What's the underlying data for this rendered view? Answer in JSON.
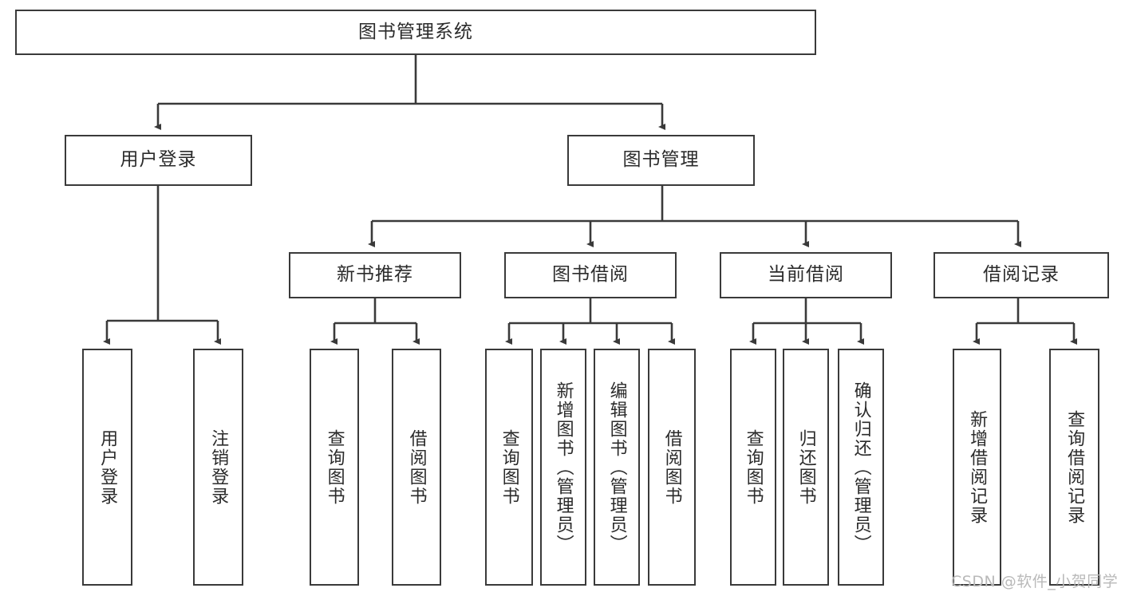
{
  "diagram": {
    "title": "图书管理系统",
    "root": {
      "label": "图书管理系统"
    },
    "level2": [
      {
        "label": "用户登录"
      },
      {
        "label": "图书管理"
      }
    ],
    "level3": [
      {
        "label": "新书推荐"
      },
      {
        "label": "图书借阅"
      },
      {
        "label": "当前借阅"
      },
      {
        "label": "借阅记录"
      }
    ],
    "leaves": {
      "user_login": [
        {
          "label": "用户登录"
        },
        {
          "label": "注销登录"
        }
      ],
      "new_book_recommend": [
        {
          "label": "查询图书"
        },
        {
          "label": "借阅图书"
        }
      ],
      "book_borrow": [
        {
          "label": "查询图书"
        },
        {
          "label": "新增图书（管理员）"
        },
        {
          "label": "编辑图书（管理员）"
        },
        {
          "label": "借阅图书"
        }
      ],
      "current_borrow": [
        {
          "label": "查询图书"
        },
        {
          "label": "归还图书"
        },
        {
          "label": "确认归还（管理员）"
        }
      ],
      "borrow_record": [
        {
          "label": "新增借阅记录"
        },
        {
          "label": "查询借阅记录"
        }
      ]
    }
  },
  "watermark": {
    "text": "CSDN @软件_小贺同学"
  },
  "colors": {
    "stroke": "#3a3a3a",
    "text": "#2b2b2b",
    "background": "#ffffff",
    "watermark": "#b9b9b9"
  }
}
